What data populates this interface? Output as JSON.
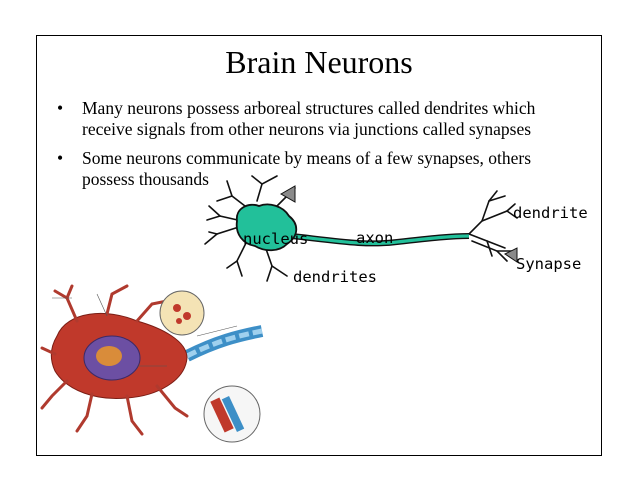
{
  "slide": {
    "title": "Brain Neurons",
    "bullets": [
      {
        "line1": "Many neurons possess arboreal structures called dendrites which",
        "line2": "receive signals from other neurons via junctions called synapses"
      },
      {
        "line1": "Some neurons communicate by means of a few synapses, others",
        "line2": "possess thousands"
      }
    ],
    "bullet_symbol": "•"
  },
  "diagram_labels": {
    "nucleus": "nucleus",
    "axon": "axon",
    "dendrites": "dendrites",
    "dendrite": "dendrite",
    "synapse": "Synapse"
  },
  "colors": {
    "cell_body": "#22c09a",
    "neuron_outline": "#111111",
    "synapse_terminal": "#8a8a8a",
    "illustration_cell": "#c0392b",
    "illustration_axon": "#3d8fc7"
  }
}
